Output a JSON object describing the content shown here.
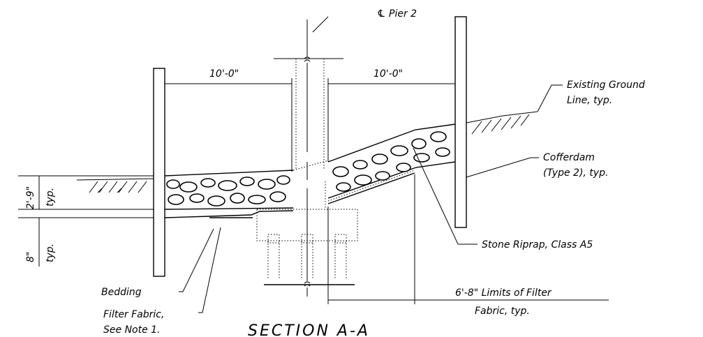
{
  "labels": {
    "pier_centerline": "℄ Pier 2",
    "dim_left": "10'-0\"",
    "dim_right": "10'-0\"",
    "existing_ground_1": "Existing Ground",
    "existing_ground_2": "Line, typ.",
    "cofferdam_1": "Cofferdam",
    "cofferdam_2": "(Type 2), typ.",
    "stone_riprap": "Stone Riprap, Class A5",
    "limits_1": "6'-8\" Limits of Filter",
    "limits_2": "Fabric, typ.",
    "bedding": "Bedding",
    "filter_fabric_1": "Filter Fabric,",
    "filter_fabric_2": "See Note 1.",
    "dim_vertical_top": "2'-9\"",
    "dim_vertical_top_typ": "typ.",
    "dim_vertical_bottom": "8\"",
    "dim_vertical_bottom_typ": "typ.",
    "section_title": "SECTION A-A"
  }
}
